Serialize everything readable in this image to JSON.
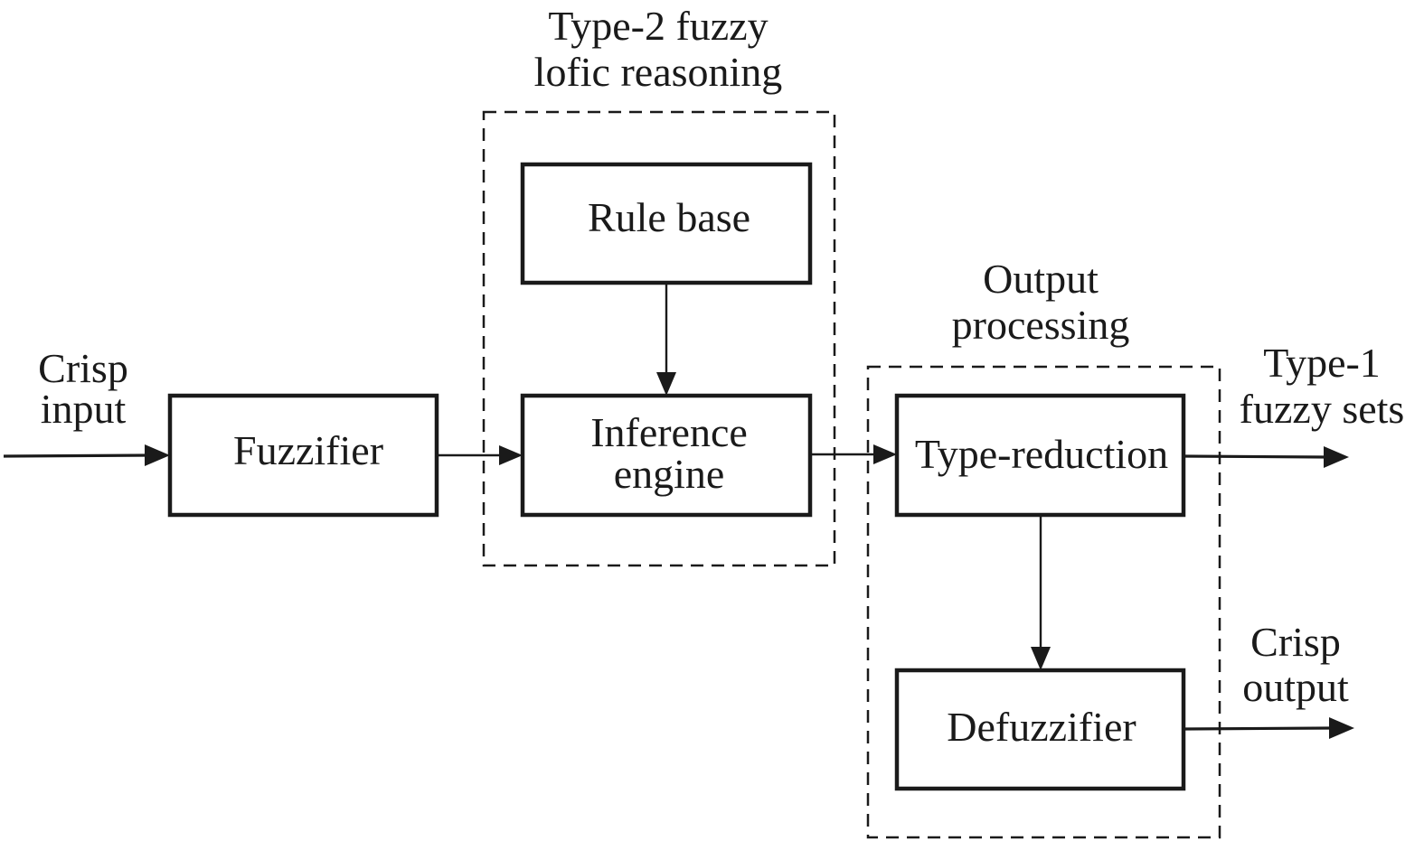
{
  "groups": {
    "reasoning": {
      "title_line1": "Type-2 fuzzy",
      "title_line2": "lofic reasoning"
    },
    "output_processing": {
      "title_line1": "Output",
      "title_line2": "processing"
    }
  },
  "nodes": {
    "fuzzifier": {
      "label": "Fuzzifier"
    },
    "rule_base": {
      "label": "Rule base"
    },
    "inference_engine": {
      "label_line1": "Inference",
      "label_line2": "engine"
    },
    "type_reduction": {
      "label": "Type-reduction"
    },
    "defuzzifier": {
      "label": "Defuzzifier"
    }
  },
  "terminals": {
    "crisp_input": {
      "line1": "Crisp",
      "line2": "input"
    },
    "type1_fuzzy_sets": {
      "line1": "Type-1",
      "line2": "fuzzy sets"
    },
    "crisp_output": {
      "line1": "Crisp",
      "line2": "output"
    }
  }
}
